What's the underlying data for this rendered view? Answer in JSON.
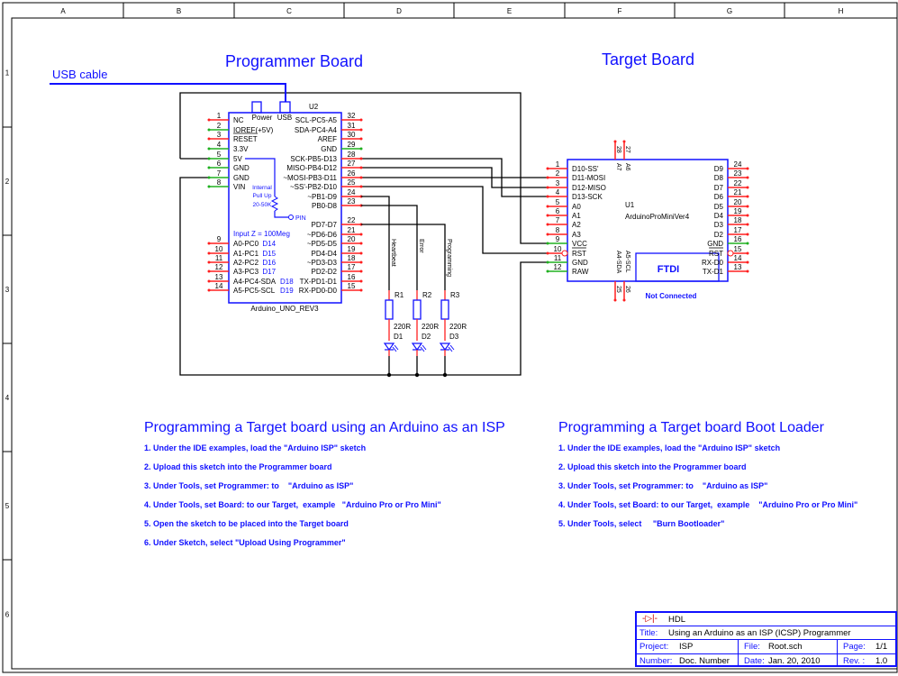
{
  "colors": {
    "accent": "#1010ff",
    "pin_unconnected": "#ff2020",
    "pin_power": "#20b020",
    "wire": "#000000"
  },
  "border": {
    "columns": [
      "A",
      "B",
      "C",
      "D",
      "E",
      "F",
      "G",
      "H"
    ],
    "rows": [
      "1",
      "2",
      "3",
      "4",
      "5",
      "6"
    ]
  },
  "usb_cable": {
    "label": "USB cable"
  },
  "programmer": {
    "title": "Programmer Board",
    "ref": "U2",
    "part": "Arduino_UNO_REV3",
    "connectors": [
      "Power",
      "USB"
    ],
    "pullup": {
      "line1": "Internal",
      "line2": "Pull Up",
      "line3": "20-50K",
      "pin": "PIN"
    },
    "input_z": "Input Z = 100Meg",
    "left_pins": [
      {
        "num": "1",
        "label": "NC",
        "color": "red"
      },
      {
        "num": "2",
        "label": "IOREF(+5V)",
        "color": "green"
      },
      {
        "num": "3",
        "label": "RESET",
        "color": "red",
        "overbar": true
      },
      {
        "num": "4",
        "label": "3.3V",
        "color": "green"
      },
      {
        "num": "5",
        "label": "5V",
        "color": "green"
      },
      {
        "num": "6",
        "label": "GND",
        "color": "green"
      },
      {
        "num": "7",
        "label": "GND",
        "color": "green"
      },
      {
        "num": "8",
        "label": "VIN",
        "color": "green"
      },
      {
        "num": "9",
        "label": "A0-PC0",
        "extra": "D14",
        "color": "red"
      },
      {
        "num": "10",
        "label": "A1-PC1",
        "extra": "D15",
        "color": "red"
      },
      {
        "num": "11",
        "label": "A2-PC2",
        "extra": "D16",
        "color": "red"
      },
      {
        "num": "12",
        "label": "A3-PC3",
        "extra": "D17",
        "color": "red"
      },
      {
        "num": "13",
        "label": "A4-PC4-SDA",
        "extra": "D18",
        "color": "red"
      },
      {
        "num": "14",
        "label": "A5-PC5-SCL",
        "extra": "D19",
        "color": "red"
      }
    ],
    "right_pins": [
      {
        "num": "32",
        "label": "SCL-PC5-A5",
        "color": "red"
      },
      {
        "num": "31",
        "label": "SDA-PC4-A4",
        "color": "red"
      },
      {
        "num": "30",
        "label": "AREF",
        "color": "red"
      },
      {
        "num": "29",
        "label": "GND",
        "color": "green"
      },
      {
        "num": "28",
        "label": "SCK-PB5-D13",
        "color": "red"
      },
      {
        "num": "27",
        "label": "MISO-PB4-D12",
        "color": "red"
      },
      {
        "num": "26",
        "label": "~MOSI-PB3-D11",
        "color": "red"
      },
      {
        "num": "25",
        "label": "~SS'-PB2-D10",
        "color": "red"
      },
      {
        "num": "24",
        "label": "~PB1-D9",
        "color": "red"
      },
      {
        "num": "23",
        "label": "PB0-D8",
        "color": "red"
      },
      {
        "num": "22",
        "label": "PD7-D7",
        "color": "red"
      },
      {
        "num": "21",
        "label": "~PD6-D6",
        "color": "red"
      },
      {
        "num": "20",
        "label": "~PD5-D5",
        "color": "red"
      },
      {
        "num": "19",
        "label": "PD4-D4",
        "color": "red"
      },
      {
        "num": "18",
        "label": "~PD3-D3",
        "color": "red"
      },
      {
        "num": "17",
        "label": "PD2-D2",
        "color": "red"
      },
      {
        "num": "16",
        "label": "TX-PD1-D1",
        "color": "red"
      },
      {
        "num": "15",
        "label": "RX-PD0-D0",
        "color": "red"
      }
    ]
  },
  "indicators": [
    {
      "net": "Heartbeat",
      "ref": "R1",
      "value": "220R",
      "led": "D1"
    },
    {
      "net": "Error",
      "ref": "R2",
      "value": "220R",
      "led": "D2"
    },
    {
      "net": "Programming",
      "ref": "R3",
      "value": "220R",
      "led": "D3"
    }
  ],
  "target": {
    "title": "Target Board",
    "ref": "U1",
    "part": "ArduinoProMiniVer4",
    "ftdi": "FTDI",
    "ftdi_note": "Not Connected",
    "left_pins": [
      {
        "num": "1",
        "label": "D10-SS'",
        "color": "red"
      },
      {
        "num": "2",
        "label": "D11-MOSI",
        "color": "red"
      },
      {
        "num": "3",
        "label": "D12-MISO",
        "color": "red"
      },
      {
        "num": "4",
        "label": "D13-SCK",
        "color": "red"
      },
      {
        "num": "5",
        "label": "A0",
        "color": "red"
      },
      {
        "num": "6",
        "label": "A1",
        "color": "red"
      },
      {
        "num": "7",
        "label": "A2",
        "color": "red"
      },
      {
        "num": "8",
        "label": "A3",
        "color": "red"
      },
      {
        "num": "9",
        "label": "VCC",
        "color": "green"
      },
      {
        "num": "10",
        "label": "RST",
        "color": "red",
        "overbar": true,
        "inverted": true
      },
      {
        "num": "11",
        "label": "GND",
        "color": "green"
      },
      {
        "num": "12",
        "label": "RAW",
        "color": "green"
      }
    ],
    "right_pins": [
      {
        "num": "24",
        "label": "D9",
        "color": "red"
      },
      {
        "num": "23",
        "label": "D8",
        "color": "red"
      },
      {
        "num": "22",
        "label": "D7",
        "color": "red"
      },
      {
        "num": "21",
        "label": "D6",
        "color": "red"
      },
      {
        "num": "20",
        "label": "D5",
        "color": "red"
      },
      {
        "num": "19",
        "label": "D4",
        "color": "red"
      },
      {
        "num": "18",
        "label": "D3",
        "color": "red"
      },
      {
        "num": "17",
        "label": "D2",
        "color": "red"
      },
      {
        "num": "16",
        "label": "GND",
        "color": "green"
      },
      {
        "num": "15",
        "label": "RST",
        "color": "red",
        "overbar": true,
        "inverted": true
      },
      {
        "num": "14",
        "label": "RX-D0",
        "color": "red"
      },
      {
        "num": "13",
        "label": "TX-D1",
        "color": "red"
      }
    ],
    "top_pins": [
      {
        "num": "28",
        "label": "A7"
      },
      {
        "num": "27",
        "label": "A6"
      }
    ],
    "bottom_pins": [
      {
        "num": "25",
        "label": "A4-SDA"
      },
      {
        "num": "26",
        "label": "A5-SCL"
      }
    ]
  },
  "isp_section": {
    "heading": "Programming a Target board using an Arduino as an ISP",
    "steps": [
      "1. Under the IDE examples, load the \"Arduino ISP\" sketch",
      "2. Upload this sketch into the Programmer board",
      "3. Under Tools, set Programmer: to    \"Arduino as ISP\"",
      "4. Under Tools, set Board: to our Target,  example   \"Arduino Pro or Pro Mini\"",
      "5. Open the sketch to be placed into the Target board",
      "6. Under Sketch, select \"Upload Using Programmer\""
    ]
  },
  "bootloader_section": {
    "heading": "Programming a Target board Boot Loader",
    "steps": [
      "1. Under the IDE examples, load the \"Arduino ISP\" sketch",
      "2. Upload this sketch into the Programmer board",
      "3. Under Tools, set Programmer: to    \"Arduino as ISP\"",
      "4. Under Tools, set Board: to our Target,  example    \"Arduino Pro or Pro Mini\"",
      "5. Under Tools, select     \"Burn Bootloader\""
    ]
  },
  "title_block": {
    "company": "HDL",
    "title_label": "Title:",
    "title": "Using an Arduino as an ISP (ICSP) Programmer",
    "project_label": "Project:",
    "project": "ISP",
    "file_label": "File:",
    "file": "Root.sch",
    "page_label": "Page:",
    "page": "1/1",
    "number_label": "Number:",
    "number": "Doc. Number",
    "date_label": "Date:",
    "date": "Jan. 20, 2010",
    "rev_label": "Rev. :",
    "rev": "1.0"
  }
}
